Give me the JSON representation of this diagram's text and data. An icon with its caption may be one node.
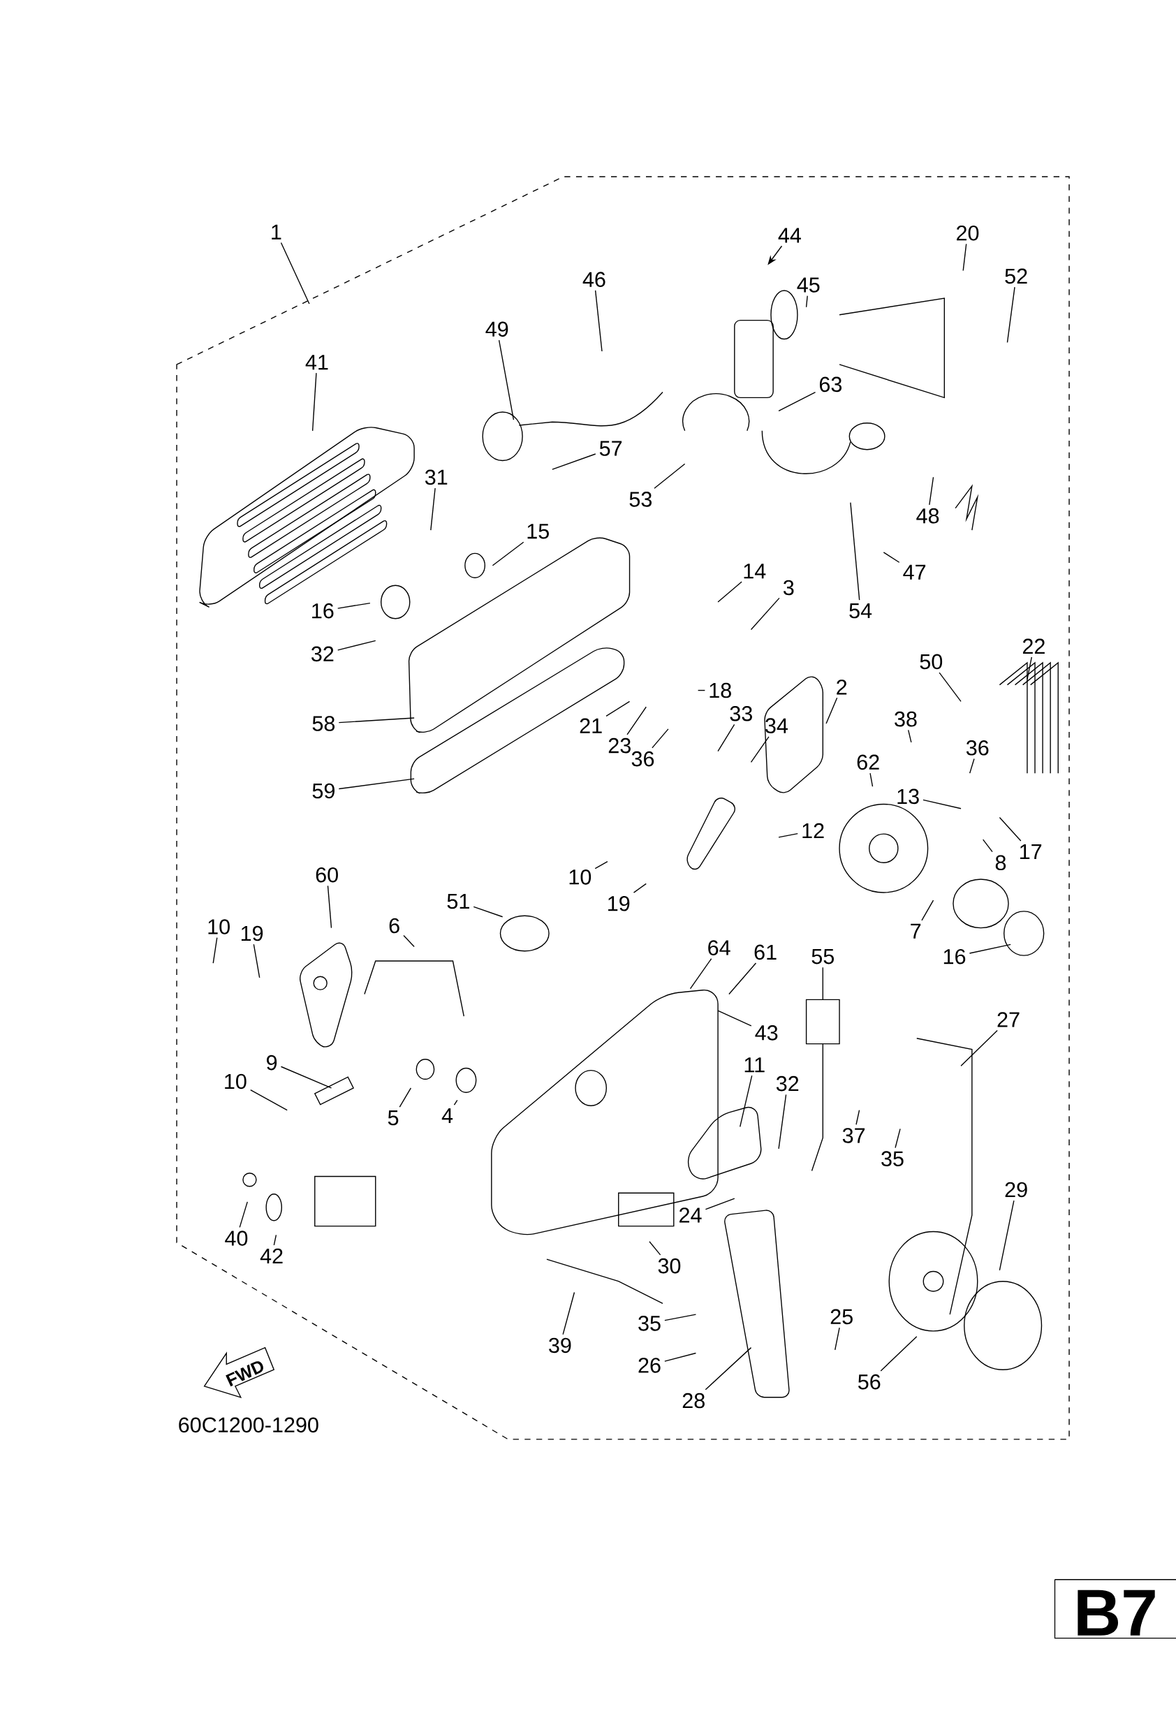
{
  "diagram": {
    "nodes": [
      {
        "text": [
          "1"
        ]
      },
      {
        "text": [
          "44"
        ]
      },
      {
        "text": [
          "45"
        ]
      },
      {
        "text": [
          "46"
        ]
      },
      {
        "text": [
          "20"
        ]
      },
      {
        "text": [
          "52"
        ]
      },
      {
        "text": [
          "49"
        ]
      },
      {
        "text": [
          "41"
        ]
      },
      {
        "text": [
          "63"
        ]
      },
      {
        "text": [
          "57"
        ]
      },
      {
        "text": [
          "31"
        ]
      },
      {
        "text": [
          "53"
        ]
      },
      {
        "text": [
          "48"
        ]
      },
      {
        "text": [
          "15"
        ]
      },
      {
        "text": [
          "47"
        ]
      },
      {
        "text": [
          "14"
        ]
      },
      {
        "text": [
          "3"
        ]
      },
      {
        "text": [
          "54"
        ]
      },
      {
        "text": [
          "16"
        ]
      },
      {
        "text": [
          "22"
        ]
      },
      {
        "text": [
          "32"
        ]
      },
      {
        "text": [
          "50"
        ]
      },
      {
        "text": [
          "2"
        ]
      },
      {
        "text": [
          "18"
        ]
      },
      {
        "text": [
          "38"
        ]
      },
      {
        "text": [
          "33"
        ]
      },
      {
        "text": [
          "34"
        ]
      },
      {
        "text": [
          "58"
        ]
      },
      {
        "text": [
          "21"
        ]
      },
      {
        "text": [
          "36"
        ]
      },
      {
        "text": [
          "23"
        ]
      },
      {
        "text": [
          "36"
        ]
      },
      {
        "text": [
          "62"
        ]
      },
      {
        "text": [
          "59"
        ]
      },
      {
        "text": [
          "13"
        ]
      },
      {
        "text": [
          "12"
        ]
      },
      {
        "text": [
          "8"
        ]
      },
      {
        "text": [
          "17"
        ]
      },
      {
        "text": [
          "60"
        ]
      },
      {
        "text": [
          "10"
        ]
      },
      {
        "text": [
          "51"
        ]
      },
      {
        "text": [
          "19"
        ]
      },
      {
        "text": [
          "7"
        ]
      },
      {
        "text": [
          "10"
        ]
      },
      {
        "text": [
          "19"
        ]
      },
      {
        "text": [
          "6"
        ]
      },
      {
        "text": [
          "64"
        ]
      },
      {
        "text": [
          "61"
        ]
      },
      {
        "text": [
          "55"
        ]
      },
      {
        "text": [
          "16"
        ]
      },
      {
        "text": [
          "27"
        ]
      },
      {
        "text": [
          "43"
        ]
      },
      {
        "text": [
          "11"
        ]
      },
      {
        "text": [
          "9"
        ]
      },
      {
        "text": [
          "32"
        ]
      },
      {
        "text": [
          "10"
        ]
      },
      {
        "text": [
          "37"
        ]
      },
      {
        "text": [
          "35"
        ]
      },
      {
        "text": [
          "5"
        ]
      },
      {
        "text": [
          "4"
        ]
      },
      {
        "text": [
          "40"
        ]
      },
      {
        "text": [
          "42"
        ]
      },
      {
        "text": [
          "24"
        ]
      },
      {
        "text": [
          "29"
        ]
      },
      {
        "text": [
          "30"
        ]
      },
      {
        "text": [
          "35"
        ]
      },
      {
        "text": [
          "39"
        ]
      },
      {
        "text": [
          "25"
        ]
      },
      {
        "text": [
          "26"
        ]
      },
      {
        "text": [
          "56"
        ]
      },
      {
        "text": [
          "28"
        ]
      }
    ],
    "edges": [
      {
        "from": 0,
        "to": null,
        "arrow": "none"
      },
      {
        "from": 1,
        "to": null,
        "arrow": "to"
      },
      {
        "from": 2,
        "to": null,
        "arrow": "none"
      },
      {
        "from": 3,
        "to": null,
        "arrow": "none"
      },
      {
        "from": 4,
        "to": null,
        "arrow": "none"
      },
      {
        "from": 5,
        "to": null,
        "arrow": "none"
      },
      {
        "from": 6,
        "to": null,
        "arrow": "none"
      },
      {
        "from": 7,
        "to": null,
        "arrow": "none"
      },
      {
        "from": 8,
        "to": null,
        "arrow": "none"
      },
      {
        "from": 9,
        "to": null,
        "arrow": "none"
      },
      {
        "from": 10,
        "to": null,
        "arrow": "none"
      },
      {
        "from": 11,
        "to": null,
        "arrow": "none"
      },
      {
        "from": 12,
        "to": null,
        "arrow": "none"
      },
      {
        "from": 13,
        "to": null,
        "arrow": "none"
      },
      {
        "from": 14,
        "to": null,
        "arrow": "none"
      },
      {
        "from": 15,
        "to": null,
        "arrow": "none"
      },
      {
        "from": 16,
        "to": null,
        "arrow": "none"
      },
      {
        "from": 17,
        "to": null,
        "arrow": "none"
      },
      {
        "from": 18,
        "to": null,
        "arrow": "none"
      },
      {
        "from": 19,
        "to": null,
        "arrow": "none"
      },
      {
        "from": 20,
        "to": null,
        "arrow": "none"
      },
      {
        "from": 21,
        "to": null,
        "arrow": "none"
      },
      {
        "from": 22,
        "to": null,
        "arrow": "none"
      },
      {
        "from": 23,
        "to": null,
        "arrow": "none"
      },
      {
        "from": 24,
        "to": null,
        "arrow": "none"
      },
      {
        "from": 25,
        "to": null,
        "arrow": "none"
      },
      {
        "from": 26,
        "to": null,
        "arrow": "none"
      },
      {
        "from": 27,
        "to": null,
        "arrow": "none"
      },
      {
        "from": 28,
        "to": null,
        "arrow": "none"
      },
      {
        "from": 29,
        "to": null,
        "arrow": "none"
      },
      {
        "from": 30,
        "to": null,
        "arrow": "none"
      },
      {
        "from": 31,
        "to": null,
        "arrow": "none"
      },
      {
        "from": 32,
        "to": null,
        "arrow": "none"
      },
      {
        "from": 33,
        "to": null,
        "arrow": "none"
      },
      {
        "from": 34,
        "to": null,
        "arrow": "none"
      },
      {
        "from": 35,
        "to": null,
        "arrow": "none"
      },
      {
        "from": 36,
        "to": null,
        "arrow": "none"
      },
      {
        "from": 37,
        "to": null,
        "arrow": "none"
      },
      {
        "from": 38,
        "to": null,
        "arrow": "none"
      },
      {
        "from": 39,
        "to": null,
        "arrow": "none"
      },
      {
        "from": 40,
        "to": null,
        "arrow": "none"
      },
      {
        "from": 41,
        "to": null,
        "arrow": "none"
      },
      {
        "from": 42,
        "to": null,
        "arrow": "none"
      },
      {
        "from": 43,
        "to": null,
        "arrow": "none"
      },
      {
        "from": 44,
        "to": null,
        "arrow": "none"
      },
      {
        "from": 45,
        "to": null,
        "arrow": "none"
      },
      {
        "from": 46,
        "to": null,
        "arrow": "none"
      },
      {
        "from": 47,
        "to": null,
        "arrow": "none"
      },
      {
        "from": 48,
        "to": null,
        "arrow": "none"
      },
      {
        "from": 49,
        "to": null,
        "arrow": "none"
      },
      {
        "from": 50,
        "to": null,
        "arrow": "none"
      },
      {
        "from": 51,
        "to": null,
        "arrow": "none"
      },
      {
        "from": 52,
        "to": null,
        "arrow": "none"
      },
      {
        "from": 53,
        "to": null,
        "arrow": "none"
      },
      {
        "from": 54,
        "to": null,
        "arrow": "none"
      },
      {
        "from": 55,
        "to": null,
        "arrow": "none"
      },
      {
        "from": 56,
        "to": null,
        "arrow": "none"
      },
      {
        "from": 57,
        "to": null,
        "arrow": "none"
      },
      {
        "from": 58,
        "to": null,
        "arrow": "none"
      },
      {
        "from": 59,
        "to": null,
        "arrow": "none"
      },
      {
        "from": 60,
        "to": null,
        "arrow": "none"
      },
      {
        "from": 61,
        "to": null,
        "arrow": "none"
      },
      {
        "from": 62,
        "to": null,
        "arrow": "none"
      },
      {
        "from": 63,
        "to": null,
        "arrow": "none"
      },
      {
        "from": 64,
        "to": null,
        "arrow": "none"
      },
      {
        "from": 65,
        "to": null,
        "arrow": "none"
      },
      {
        "from": 66,
        "to": null,
        "arrow": "none"
      },
      {
        "from": 67,
        "to": null,
        "arrow": "none"
      },
      {
        "from": 68,
        "to": null,
        "arrow": "none"
      },
      {
        "from": 69,
        "to": null,
        "arrow": "none"
      },
      {
        "from": 70,
        "to": null,
        "arrow": "none"
      }
    ],
    "labels": [
      "FWD",
      "60C1200-1290",
      "B7"
    ]
  }
}
